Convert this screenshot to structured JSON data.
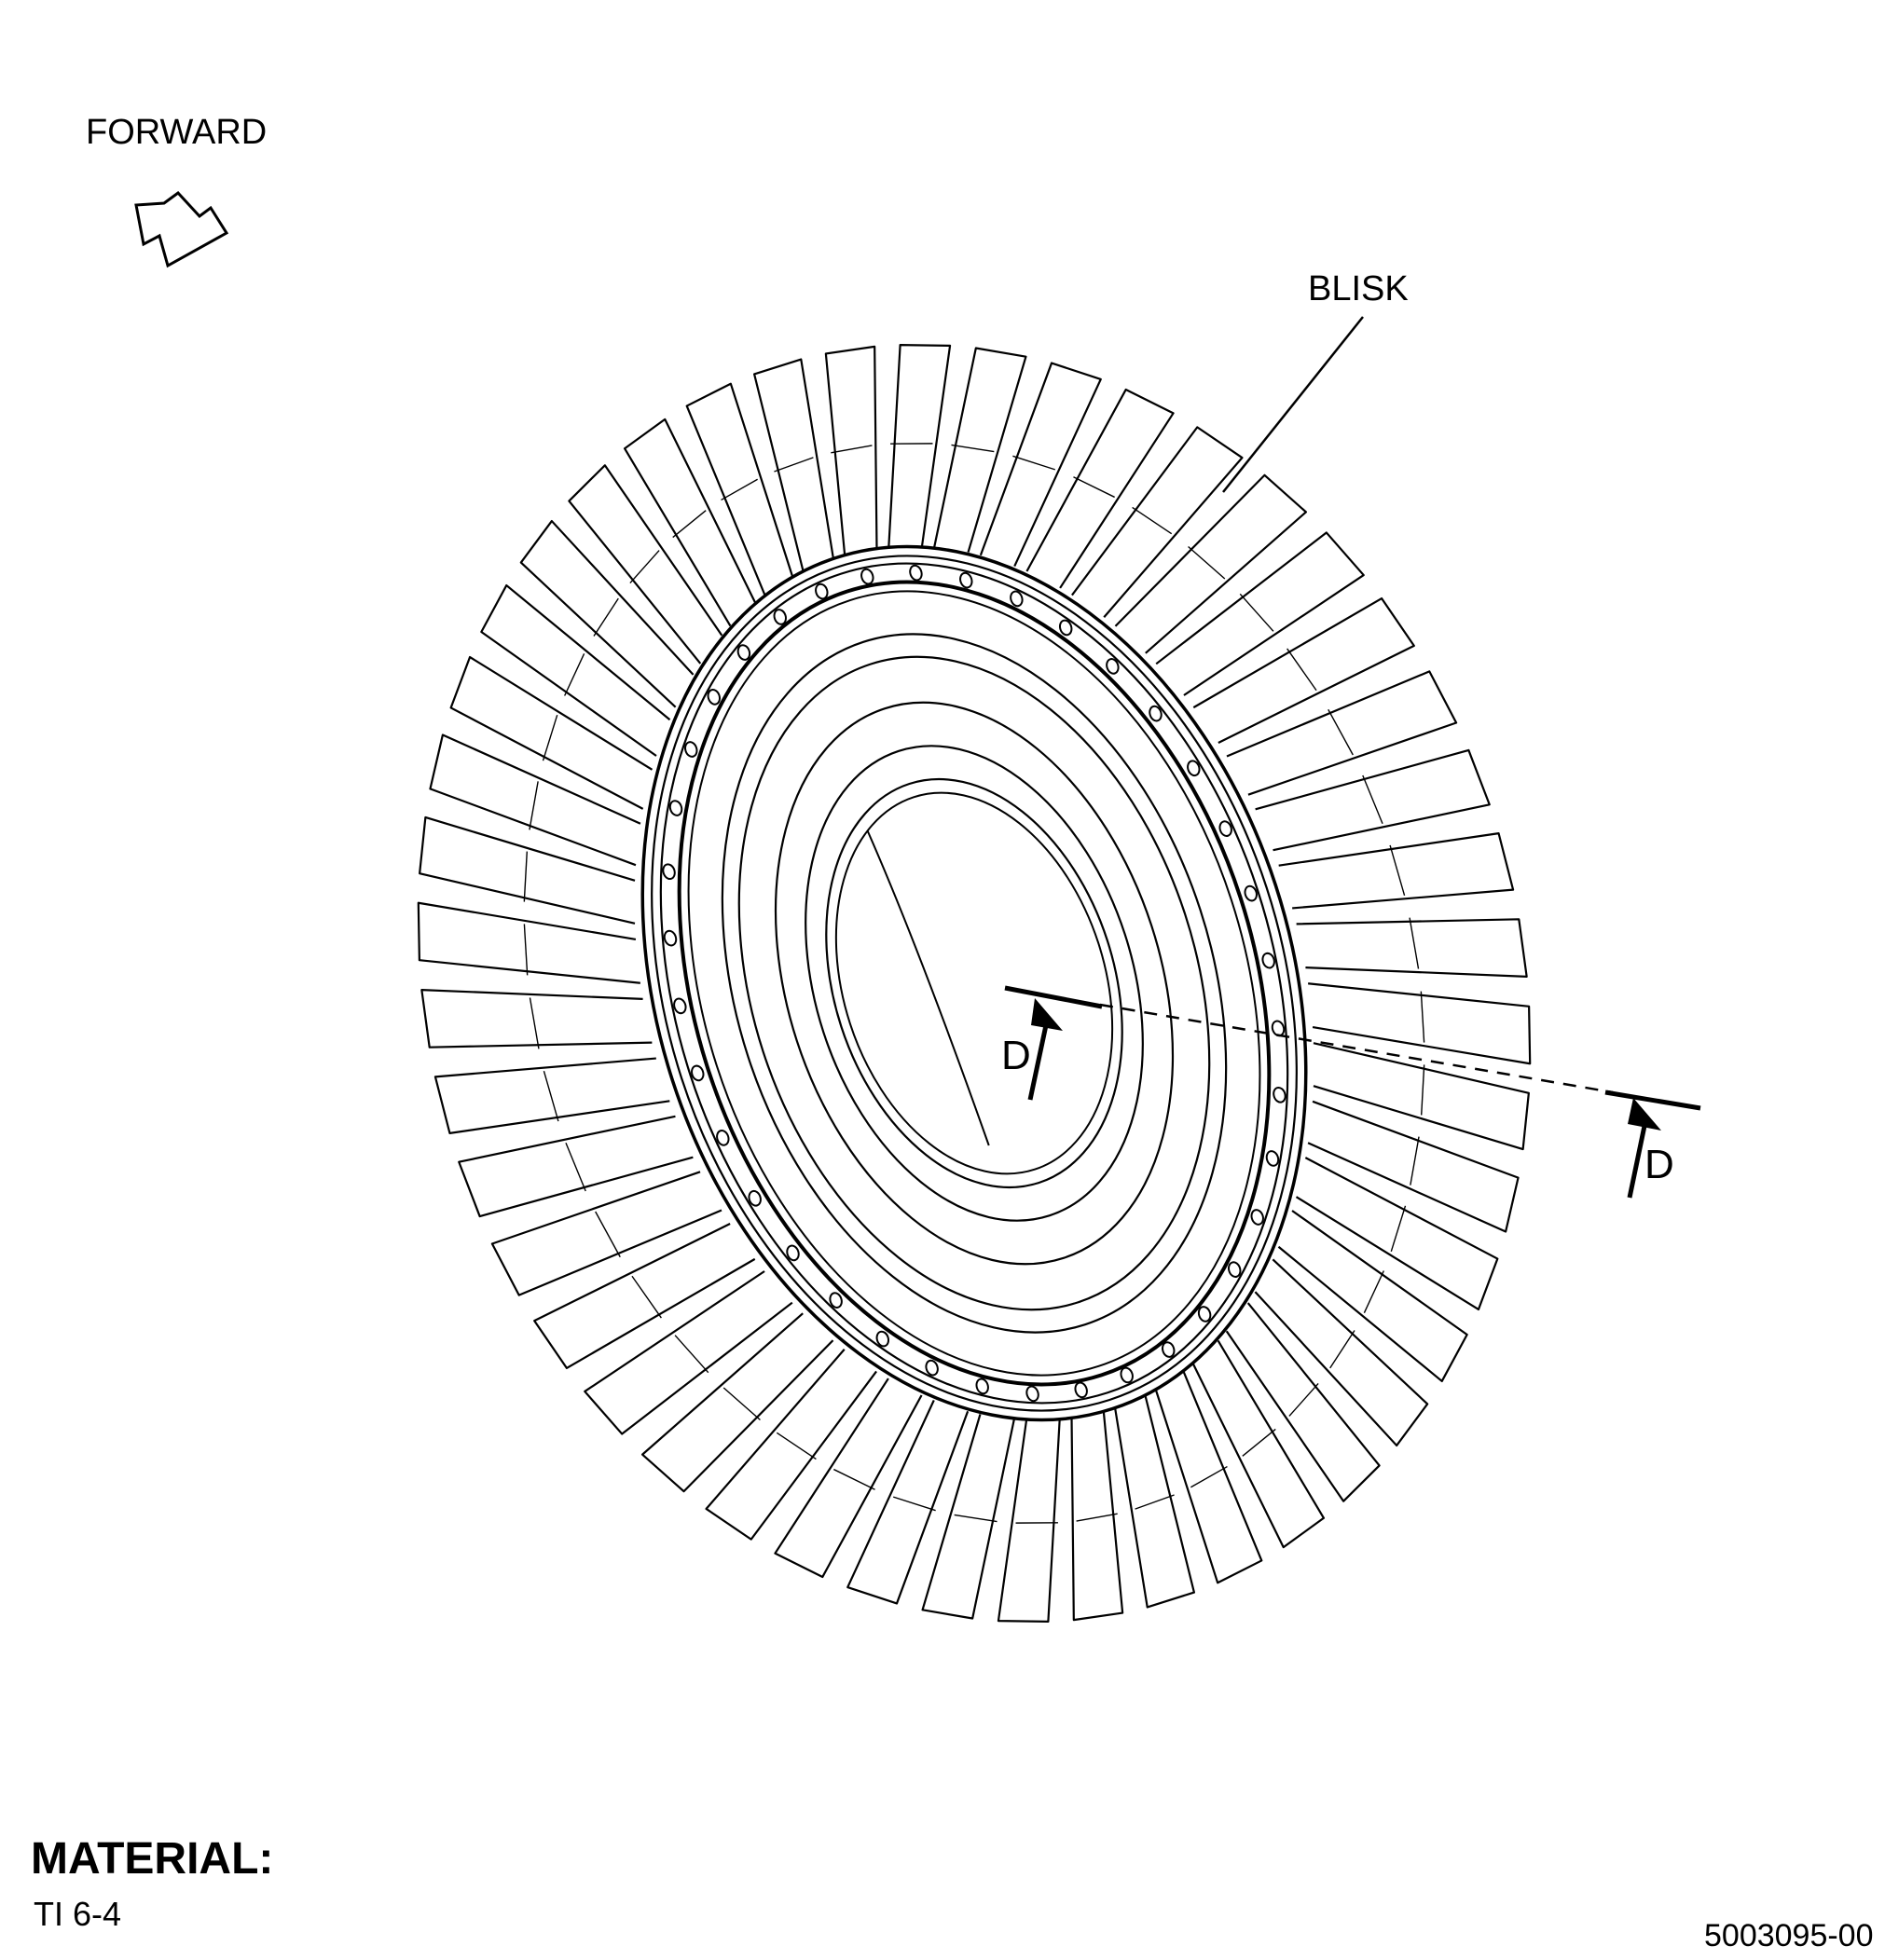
{
  "labels": {
    "direction": "FORWARD",
    "part": "BLISK",
    "section_left": "D",
    "section_right": "D"
  },
  "material": {
    "title": "MATERIAL:",
    "value": "TI 6-4"
  },
  "figure_number": "5003095-00",
  "graphics": {
    "ink_color": "#000000",
    "background_color": "#ffffff",
    "bolt_hole_count": 38
  }
}
